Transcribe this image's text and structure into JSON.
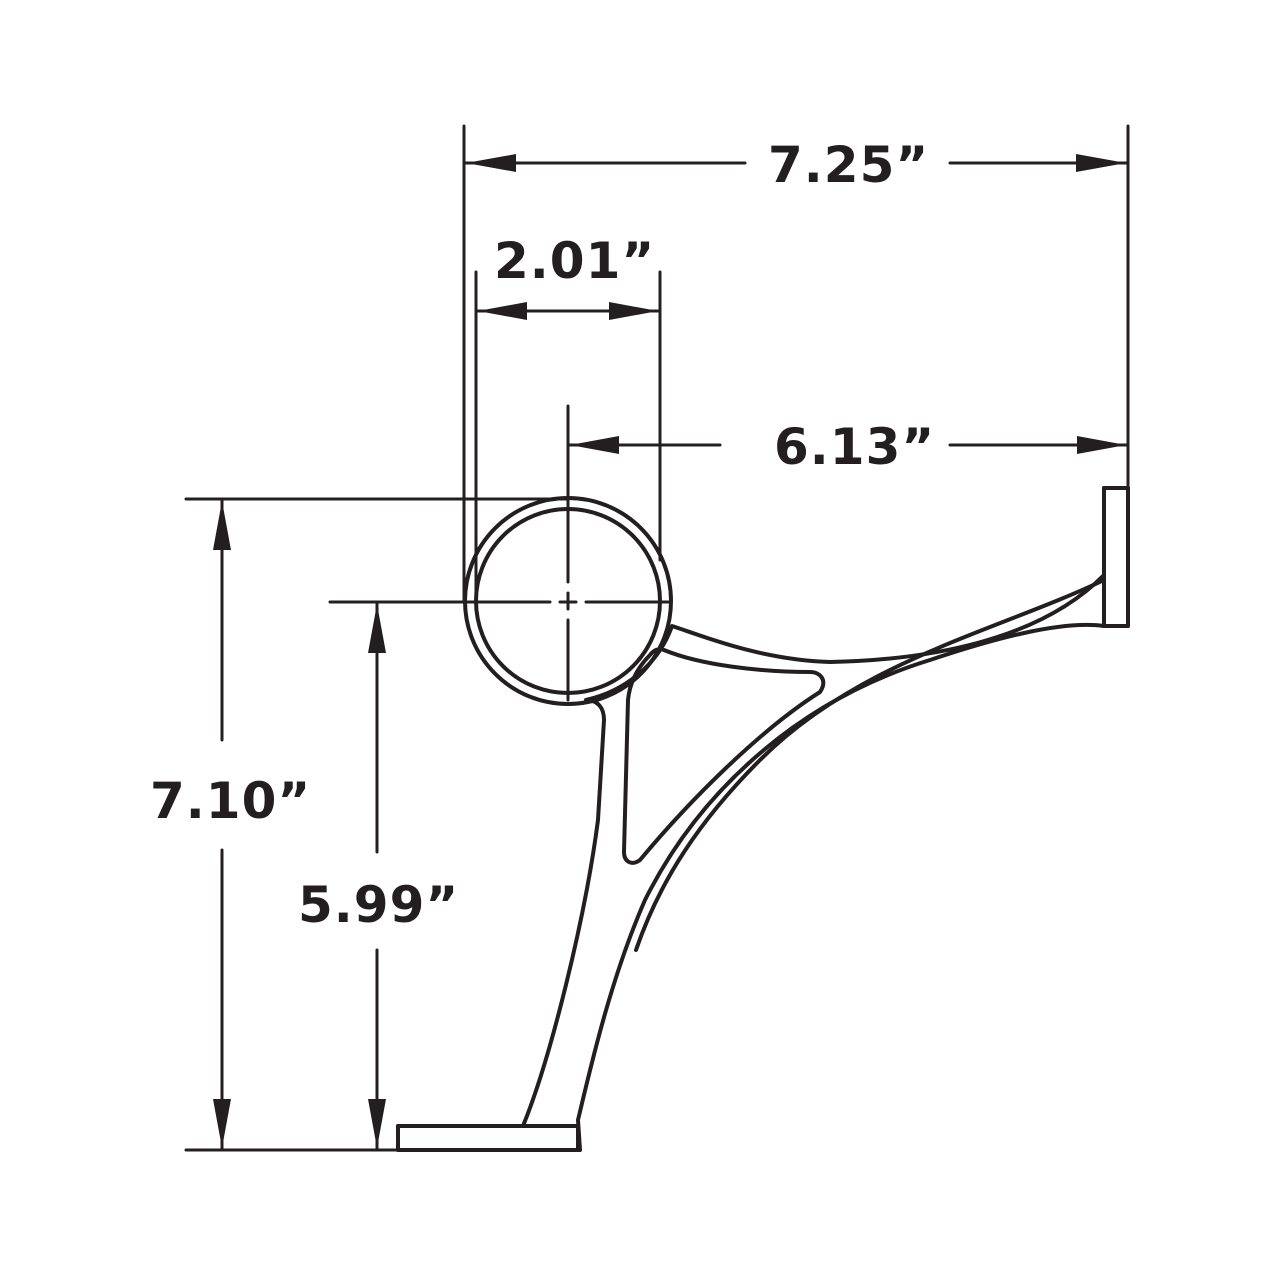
{
  "diagram": {
    "subject": "bar rail bracket cross-section",
    "line_color": "#231f20",
    "background": "#ffffff",
    "dimensions": {
      "overall_width": {
        "label": "7.25”",
        "value": 7.25,
        "unit": "in",
        "orientation": "horizontal"
      },
      "rail_diameter": {
        "label": "2.01”",
        "value": 2.01,
        "unit": "in",
        "orientation": "horizontal"
      },
      "rail_center_to_wall": {
        "label": "6.13”",
        "value": 6.13,
        "unit": "in",
        "orientation": "horizontal"
      },
      "overall_height": {
        "label": "7.10”",
        "value": 7.1,
        "unit": "in",
        "orientation": "vertical"
      },
      "rail_center_height": {
        "label": "5.99”",
        "value": 5.99,
        "unit": "in",
        "orientation": "vertical"
      }
    },
    "parts": [
      {
        "id": "rail-tube",
        "description": "circular rail tube with center mark"
      },
      {
        "id": "bracket-arm",
        "description": "curved hatched arm to wall flange"
      },
      {
        "id": "wall-flange",
        "description": "vertical mounting flange at right"
      },
      {
        "id": "base-flange",
        "description": "horizontal mounting flange at bottom"
      },
      {
        "id": "bracket-cutout",
        "description": "triangular hollow in bracket body"
      }
    ]
  }
}
